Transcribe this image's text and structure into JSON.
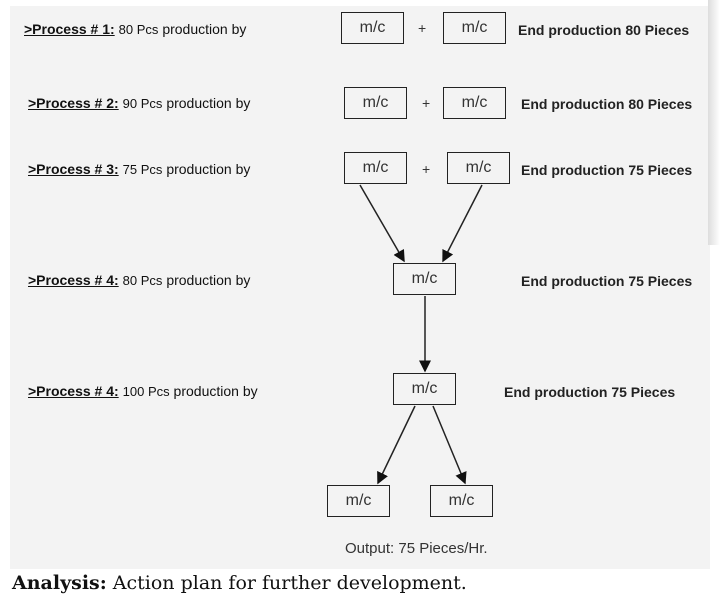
{
  "processes": [
    {
      "label": ">Process # 1:",
      "qty": "80 Pcs",
      "by": "production by",
      "end": "End production 80 Pieces"
    },
    {
      "label": ">Process # 2:",
      "qty": "90 Pcs",
      "by": "production by",
      "end": "End production 80 Pieces"
    },
    {
      "label": ">Process # 3:",
      "qty": "75 Pcs",
      "by": "production by",
      "end": "End production 75 Pieces"
    },
    {
      "label": ">Process # 4:",
      "qty": "80 Pcs",
      "by": "production by",
      "end": "End production 75 Pieces"
    },
    {
      "label": ">Process # 4:",
      "qty": "100 Pcs",
      "by": "production by",
      "end": "End production 75 Pieces"
    }
  ],
  "machine": "m/c",
  "plus": "+",
  "output": "Output: 75 Pieces/Hr.",
  "analysis": {
    "bold": "Analysis:",
    "text": " Action plan for further development."
  }
}
